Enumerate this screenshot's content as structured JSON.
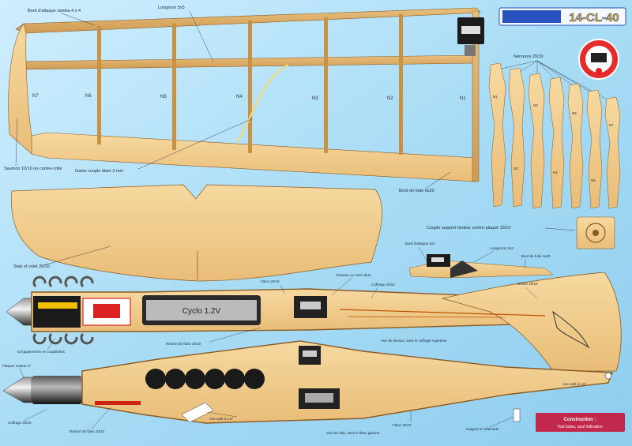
{
  "header": {
    "badge_line1": "",
    "badge_line2": "",
    "title": "14-CL-40"
  },
  "wing": {
    "leading_edge": "Bord d'attaque samba 4 x 4",
    "spar": "Longeron 5x5",
    "root_rib": "Saumon 10/10 ou contre-collé",
    "dowel_sleeve": "Gaine couple diam 2 mm",
    "trailing_edge": "Bord de fuite 6x20",
    "rib_labels": [
      "N7",
      "N6",
      "N5",
      "N4",
      "N3",
      "N2",
      "N1"
    ]
  },
  "ribs": {
    "title": "Nervures 20/10",
    "labels": [
      "N1",
      "N2",
      "N3",
      "N4",
      "N5",
      "N6",
      "N7"
    ]
  },
  "motor_mount": {
    "label": "Couple support moteur contre-plaqué 15/10"
  },
  "tail": {
    "label": "Stab et volet 20/10"
  },
  "tail_detail": {
    "le": "Bord d'attaque 4x4",
    "spar": "Longerons 3x3",
    "te": "Bord de fuite 4x20"
  },
  "fuselage_top": {
    "flank": "Flanc 20/10",
    "tension": "Tasseau ou carré dent",
    "cover": "Coffrage 20/10",
    "fin": "Dérive 20/10",
    "reinforcement": "Renfort de flanc 20/10",
    "exhaust": "Echappements en coquillettes",
    "view": "Vue de dessus, sans le coffrage supérieur",
    "engine_text": "Cyclo 1.2V",
    "battery_text": ""
  },
  "fuselage_side": {
    "prop": "Plaquer moteur 5°",
    "cover": "Coffrage 20/10",
    "reinforcement": "Renfort de flanc 20/10",
    "wedge": "Axe calé à 1.5°",
    "flank": "Flanc 20/10",
    "view": "Vue de côté, sans le flanc gauche",
    "horn": "Guignol en tôle/carte",
    "tail_wheel": "Axe calé à 1.5°"
  },
  "construction_note": {
    "line1": "Construction :",
    "line2": "Tout balsa, sauf indication"
  }
}
